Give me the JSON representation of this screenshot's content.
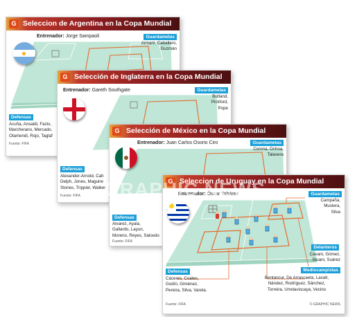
{
  "source_label": "Fuente: FIFA",
  "watermark": "GRAPHIC NEWS",
  "credit": "© GRAPHIC NEWS",
  "cards": {
    "argentina": {
      "title": "Seleccion de Argentina en la Copa Mundial",
      "coach_label": "Entrenador:",
      "coach_name": "Jorge Sampaoli",
      "goalkeepers_label": "Guardametas",
      "goalkeepers": [
        "Armani, Caballero,",
        "Guzmán"
      ],
      "defenders_label": "Defensas",
      "defenders": [
        "Acuña, Ansaldi, Fazio,",
        "Marcherano, Mercado,",
        "Otamendi, Rojo, Taglaf"
      ]
    },
    "england": {
      "title": "Selección de Inglaterra en la Copa Mundial",
      "coach_label": "Entrenador:",
      "coach_name": "Gareth Southgate",
      "goalkeepers_label": "Guardametas",
      "goalkeepers": [
        "Butland,",
        "Pickford,",
        "Pope"
      ],
      "defenders_label": "Defensas",
      "defenders": [
        "Alexander-Arnold, Cah",
        "Delph, Jones, Maguire",
        "Stones, Trippier, Walker"
      ]
    },
    "mexico": {
      "title": "Selección de México en la Copa Mundial",
      "coach_label": "Entrenador:",
      "coach_name": "Juan Carlos Osorio Ciro",
      "goalkeepers_label": "Guardametas",
      "goalkeepers": [
        "Corona, Ochoa,",
        "Talavera"
      ],
      "defenders_label": "Defensas",
      "defenders": [
        "Alvarez, Ayala,",
        "Gallardo, Layun,",
        "Moreno, Reyes, Salcedo"
      ]
    },
    "uruguay": {
      "title": "Seleccion de Uruguay en la Copa Mundial",
      "coach_label": "Entrenador:",
      "coach_name": "Óscar Tabárez",
      "goalkeepers_label": "Guardametas",
      "goalkeepers": [
        "Campaña,",
        "Muslera,",
        "Silva"
      ],
      "forwards_label": "Delanteros",
      "forwards": [
        "Cavani, Gómez,",
        "Stuani, Suárez"
      ],
      "midfielders_label": "Mediocampistas",
      "midfielders": [
        "Bentancur, De Arrascaeta, Laxalt,",
        "Nández, Rodríguez, Sánchez,",
        "Torreira, Urretaviscaya, Vecino"
      ],
      "defenders_label": "Defensas",
      "defenders": [
        "Cáceres, Coates,",
        "Godín, Giménez,",
        "Pereira, Silva, Varela."
      ]
    }
  },
  "colors": {
    "pitch": "#bfe6d6",
    "pitch_line": "#f7fcfa",
    "accent_blue": "#1a9fd8",
    "argentina_kit": "#8fd0ee",
    "england_kit": "#ffffff",
    "mexico_kit": "#2e7d32",
    "uruguay_kit": "#4fb0e6"
  },
  "icons": [
    "argentina-flag-icon",
    "england-flag-icon",
    "mexico-flag-icon",
    "uruguay-flag-icon",
    "graphic-news-logo-icon",
    "player-icon"
  ]
}
